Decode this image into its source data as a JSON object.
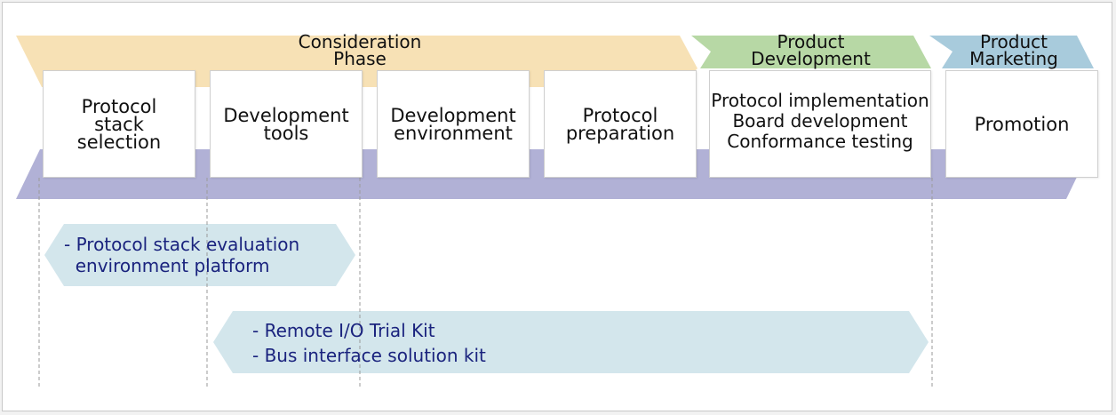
{
  "colors": {
    "consideration": "#f7e1b5",
    "development": "#b7d8a5",
    "marketing": "#a8cbdc",
    "timeline_band": "#b1b1d6",
    "tool_fill": "#d3e6ec",
    "tool_text": "#1a237e",
    "guide_line": "#9a9a9a"
  },
  "phases": [
    {
      "lines": [
        "Consideration",
        "Phase"
      ]
    },
    {
      "lines": [
        "Product",
        "Development"
      ]
    },
    {
      "lines": [
        "Product",
        "Marketing"
      ]
    }
  ],
  "stages": [
    {
      "lines": [
        "Protocol",
        "stack",
        "selection"
      ]
    },
    {
      "lines": [
        "Development",
        "tools"
      ]
    },
    {
      "lines": [
        "Development",
        "environment"
      ]
    },
    {
      "lines": [
        "Protocol",
        "preparation"
      ]
    },
    {
      "lines": [
        "Protocol implementation",
        "Board development",
        "Conformance testing"
      ]
    },
    {
      "lines": [
        "Promotion"
      ]
    }
  ],
  "tools": [
    {
      "lines": [
        "- Protocol stack evaluation",
        "  environment platform"
      ]
    },
    {
      "lines": [
        "- Remote I/O Trial Kit",
        "- Bus interface solution kit"
      ]
    }
  ]
}
